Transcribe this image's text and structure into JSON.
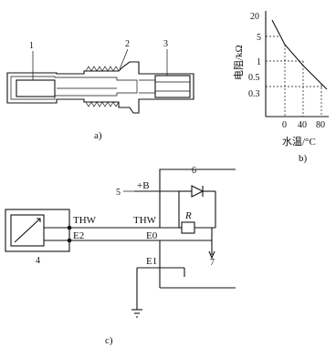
{
  "panel_a": {
    "caption": "a)",
    "callouts": [
      "1",
      "2",
      "3"
    ]
  },
  "panel_b": {
    "caption": "b)",
    "y_axis_label": "电阻/kΩ",
    "x_axis_label": "水温/°C",
    "y_ticks": [
      "20",
      "5",
      "1",
      "0.5",
      "0.3"
    ],
    "x_ticks": [
      "0",
      "40",
      "80"
    ]
  },
  "panel_c": {
    "caption": "c)",
    "callouts": [
      "4",
      "5",
      "6",
      "7"
    ],
    "ecu_left_terminals": [
      "THW",
      "E2"
    ],
    "ecu_right_terminals": [
      "THW",
      "E0",
      "E1"
    ],
    "supply_label": "+B",
    "resistor_label": "R"
  }
}
